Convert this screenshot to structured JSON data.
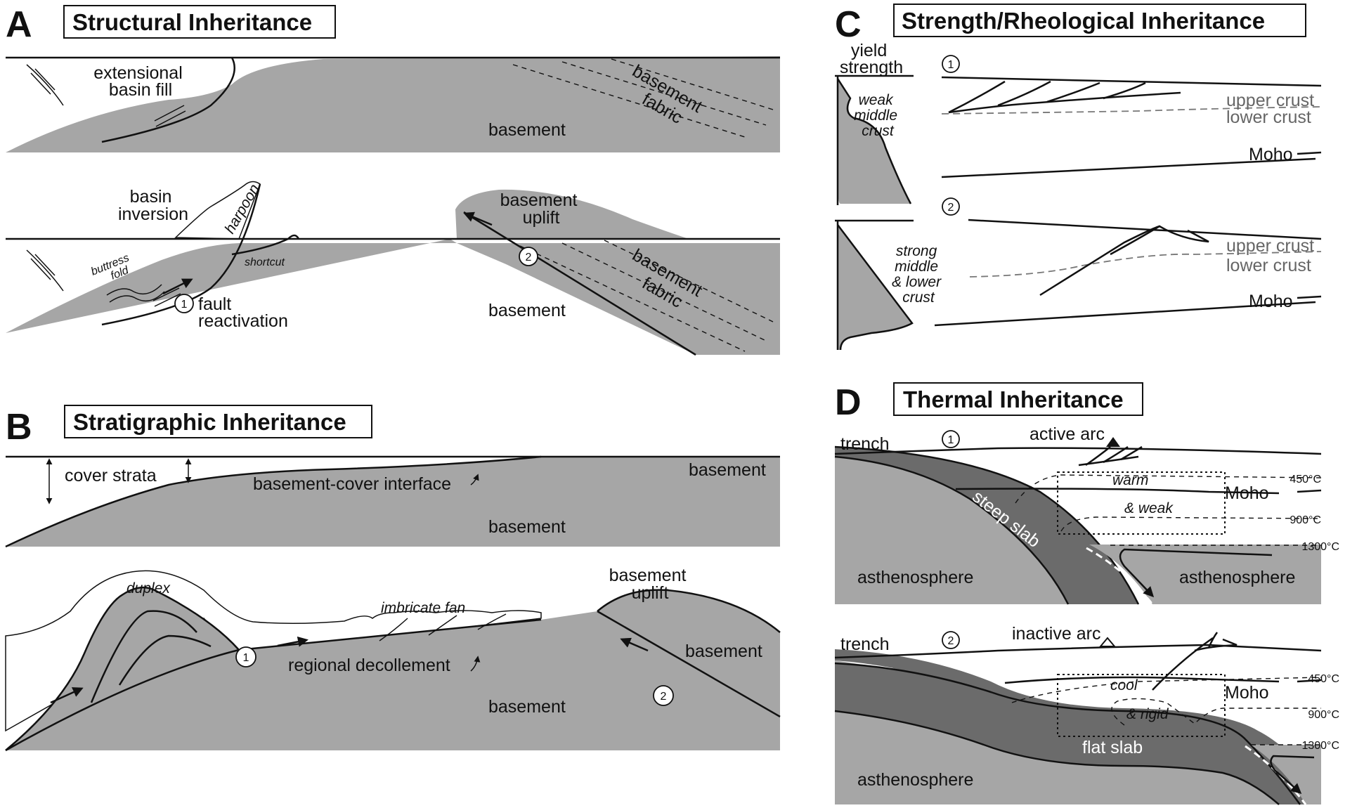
{
  "panel_a": {
    "letter": "A",
    "title": "Structural Inheritance",
    "top": {
      "extensional_basin_fill": [
        "extensional",
        "basin fill"
      ],
      "basement": "basement",
      "basement_fabric": [
        "basement",
        "fabric"
      ]
    },
    "bottom": {
      "basin_inversion": [
        "basin",
        "inversion"
      ],
      "harpoon": "harpoon",
      "buttress_fold": [
        "buttress",
        "fold"
      ],
      "shortcut": "shortcut",
      "fault_reactivation_num": "1",
      "fault_reactivation": [
        "fault",
        "reactivation"
      ],
      "basement_uplift": [
        "basement",
        "uplift"
      ],
      "uplift_num": "2",
      "basement_fabric": [
        "basement",
        "fabric"
      ],
      "basement": "basement"
    }
  },
  "panel_b": {
    "letter": "B",
    "title": "Stratigraphic Inheritance",
    "top": {
      "cover_strata": "cover strata",
      "basement_cover_interface": "basement-cover interface",
      "basement_right": "basement",
      "basement": "basement"
    },
    "bottom": {
      "duplex": "duplex",
      "imbricate_fan": "imbricate fan",
      "decollement_num": "1",
      "regional_decollement": "regional decollement",
      "basement_uplift": [
        "basement",
        "uplift"
      ],
      "basement_right": "basement",
      "uplift_num": "2",
      "basement": "basement"
    }
  },
  "panel_c": {
    "letter": "C",
    "title": "Strength/Rheological Inheritance",
    "yield_strength": [
      "yield",
      "strength"
    ],
    "case1": {
      "num": "1",
      "label": [
        "weak",
        "middle",
        "crust"
      ],
      "upper_crust": "upper crust",
      "lower_crust": "lower crust",
      "moho": "Moho"
    },
    "case2": {
      "num": "2",
      "label": [
        "strong",
        "middle",
        "& lower",
        "crust"
      ],
      "upper_crust": "upper crust",
      "lower_crust": "lower crust",
      "moho": "Moho"
    }
  },
  "panel_d": {
    "letter": "D",
    "title": "Thermal Inheritance",
    "case1": {
      "num": "1",
      "trench": "trench",
      "arc": "active arc",
      "warm": "warm",
      "weak": "& weak",
      "moho": "Moho",
      "iso_450": "450°C",
      "iso_900": "900°C",
      "iso_1300": "1300°C",
      "slab": "steep slab",
      "astheno_left": "asthenosphere",
      "astheno_right": "asthenosphere"
    },
    "case2": {
      "num": "2",
      "trench": "trench",
      "arc": "inactive arc",
      "cool": "cool",
      "rigid": "& rigid",
      "moho": "Moho",
      "iso_450": "450°C",
      "iso_900": "900°C",
      "iso_1300": "1300°C",
      "slab": "flat slab",
      "astheno": "asthenosphere"
    }
  }
}
